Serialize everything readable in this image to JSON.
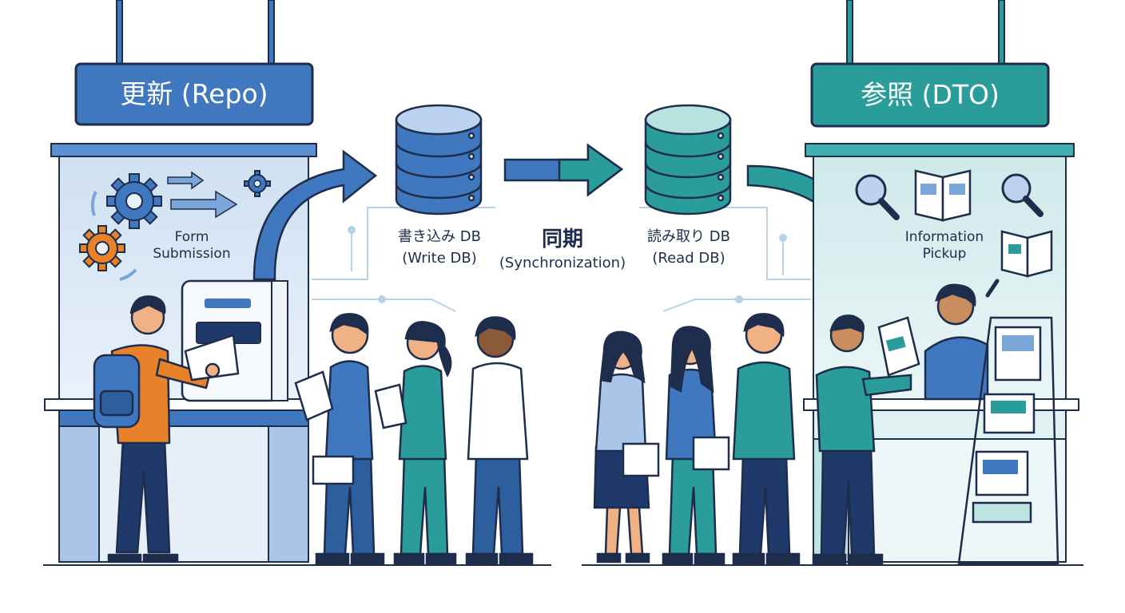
{
  "signs": {
    "left": "更新 (Repo)",
    "right": "参照 (DTO)"
  },
  "booth_left": {
    "line1": "Form",
    "line2": "Submission"
  },
  "booth_right": {
    "line1": "Information",
    "line2": "Pickup"
  },
  "write_db": {
    "line1": "書き込み DB",
    "line2": "(Write DB)"
  },
  "sync": {
    "line1": "同期",
    "line2": "(Synchronization)"
  },
  "read_db": {
    "line1": "読み取り DB",
    "line2": "(Read DB)"
  },
  "colors": {
    "repo_blue": "#3f78bf",
    "dto_teal": "#2a9d9a",
    "outline": "#1f2d4d",
    "orange": "#e8822a"
  }
}
